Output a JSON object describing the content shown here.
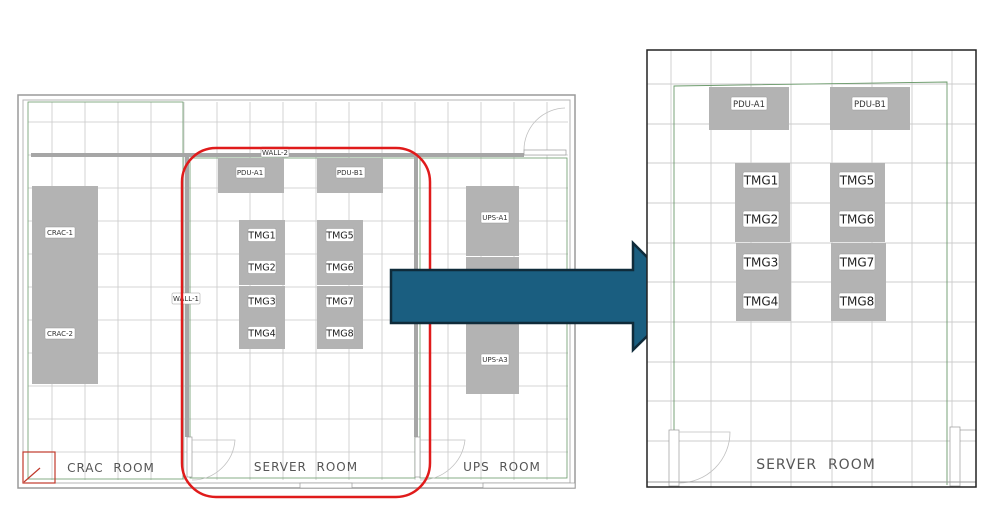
{
  "diagram": {
    "title": "Server room floor plan zoom",
    "colors": {
      "equipment": "#b3b3b3",
      "grid": "#c8c8c8",
      "wall": "#a6a6a6",
      "wall_green": "#6a9a6a",
      "highlight": "#e01b1b",
      "arrow_fill": "#1a5e80",
      "arrow_stroke": "#0f2b3a",
      "frame": "#222222"
    },
    "overview": {
      "rooms": [
        {
          "id": "crac-room",
          "label": "CRAC  ROOM"
        },
        {
          "id": "server-room",
          "label": "SERVER  ROOM"
        },
        {
          "id": "ups-room",
          "label": "UPS  ROOM"
        }
      ],
      "walls": [
        {
          "id": "wall-1",
          "label": "WALL-1"
        },
        {
          "id": "wall-2",
          "label": "WALL-2"
        }
      ],
      "crac_units": [
        {
          "id": "crac-1",
          "label": "CRAC-1"
        },
        {
          "id": "crac-2",
          "label": "CRAC-2"
        }
      ],
      "pdus": [
        {
          "id": "pdu-a1",
          "label": "PDU-A1"
        },
        {
          "id": "pdu-b1",
          "label": "PDU-B1"
        }
      ],
      "racks": [
        {
          "id": "tmg1",
          "label": "TMG1"
        },
        {
          "id": "tmg2",
          "label": "TMG2"
        },
        {
          "id": "tmg3",
          "label": "TMG3"
        },
        {
          "id": "tmg4",
          "label": "TMG4"
        },
        {
          "id": "tmg5",
          "label": "TMG5"
        },
        {
          "id": "tmg6",
          "label": "TMG6"
        },
        {
          "id": "tmg7",
          "label": "TMG7"
        },
        {
          "id": "tmg8",
          "label": "TMG8"
        }
      ],
      "ups_units": [
        {
          "id": "ups-a1",
          "label": "UPS-A1"
        },
        {
          "id": "ups-a3",
          "label": "UPS-A3"
        }
      ],
      "highlighted_room": "server-room"
    },
    "detail": {
      "room_label": "SERVER  ROOM",
      "pdus": [
        {
          "id": "pdu-a1",
          "label": "PDU-A1"
        },
        {
          "id": "pdu-b1",
          "label": "PDU-B1"
        }
      ],
      "racks": [
        {
          "id": "tmg1",
          "label": "TMG1"
        },
        {
          "id": "tmg2",
          "label": "TMG2"
        },
        {
          "id": "tmg3",
          "label": "TMG3"
        },
        {
          "id": "tmg4",
          "label": "TMG4"
        },
        {
          "id": "tmg5",
          "label": "TMG5"
        },
        {
          "id": "tmg6",
          "label": "TMG6"
        },
        {
          "id": "tmg7",
          "label": "TMG7"
        },
        {
          "id": "tmg8",
          "label": "TMG8"
        }
      ]
    },
    "connector": {
      "type": "arrow",
      "direction": "right",
      "meaning": "zoom-in"
    }
  }
}
